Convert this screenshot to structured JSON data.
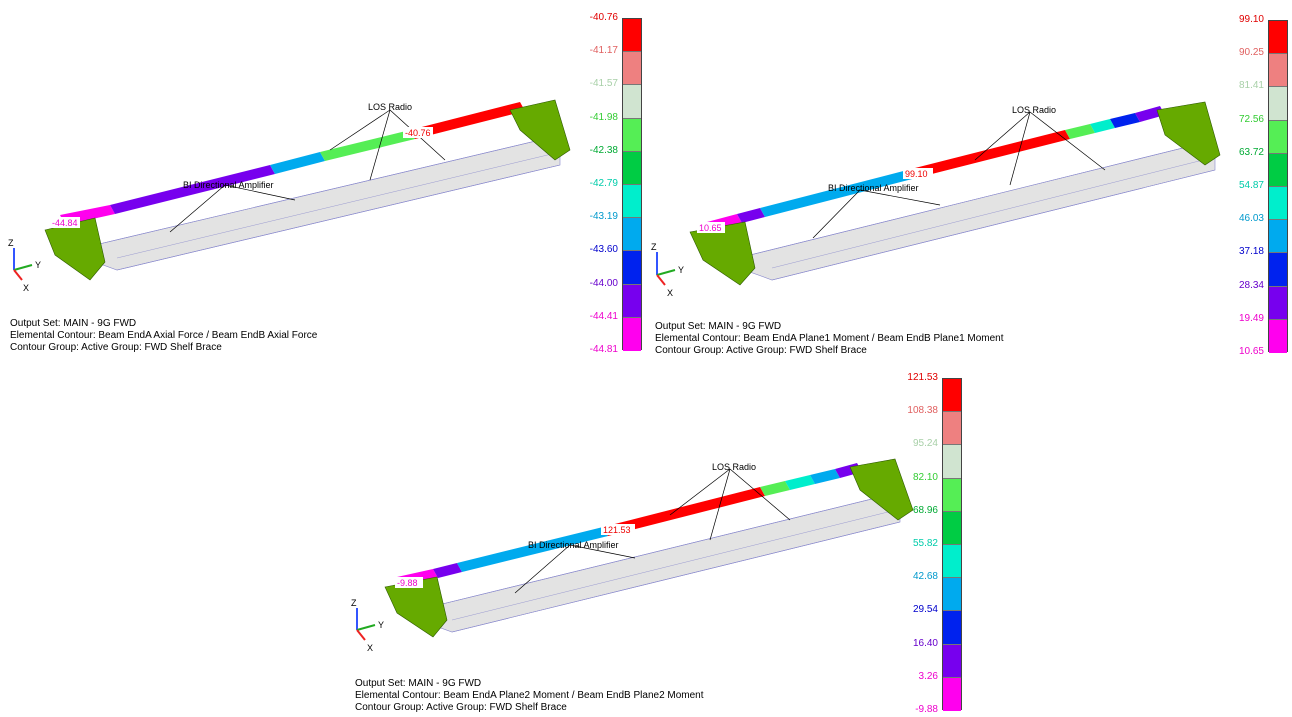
{
  "colors": {
    "legend": [
      "#ff0000",
      "#ee8080",
      "#d0e4d0",
      "#55ee55",
      "#00cc44",
      "#00eecc",
      "#00aaee",
      "#0022ee",
      "#7700ee",
      "#ff00ee"
    ],
    "label_colors": [
      "#e00000",
      "#e06060",
      "#a8d0a8",
      "#33cc33",
      "#00aa33",
      "#00ccaa",
      "#0099cc",
      "#0000cc",
      "#6600cc",
      "#ee00cc"
    ],
    "frame_green": "#66aa00",
    "support_gray": "#e3e3e3"
  },
  "panels": [
    {
      "id": "axial",
      "legend_values": [
        "-40.76",
        "-41.17",
        "-41.57",
        "-41.98",
        "-42.38",
        "-42.79",
        "-43.19",
        "-43.60",
        "-44.00",
        "-44.41",
        "-44.81"
      ],
      "caption": [
        "Output Set: MAIN - 9G FWD",
        "Elemental Contour: Beam EndA Axial Force / Beam EndB Axial Force",
        "Contour Group: Active Group: FWD Shelf Brace"
      ],
      "label_los": "LOS Radio",
      "label_bda": "BI Directional Amplifier",
      "max_tag": "-40.76",
      "min_tag": "-44.84",
      "axes": {
        "z": "Z",
        "y": "Y",
        "x": "X"
      }
    },
    {
      "id": "plane1",
      "legend_values": [
        "99.10",
        "90.25",
        "81.41",
        "72.56",
        "63.72",
        "54.87",
        "46.03",
        "37.18",
        "28.34",
        "19.49",
        "10.65"
      ],
      "caption": [
        "Output Set: MAIN - 9G FWD",
        "Elemental Contour: Beam EndA Plane1 Moment / Beam EndB Plane1 Moment",
        "Contour Group: Active Group: FWD Shelf Brace"
      ],
      "label_los": "LOS Radio",
      "label_bda": "BI Directional Amplifier",
      "max_tag": "99.10",
      "min_tag": "10.65",
      "axes": {
        "z": "Z",
        "y": "Y",
        "x": "X"
      }
    },
    {
      "id": "plane2",
      "legend_values": [
        "121.53",
        "108.38",
        "95.24",
        "82.10",
        "68.96",
        "55.82",
        "42.68",
        "29.54",
        "16.40",
        "3.26",
        "-9.88"
      ],
      "caption": [
        "Output Set: MAIN - 9G FWD",
        "Elemental Contour: Beam EndA Plane2 Moment / Beam EndB Plane2 Moment",
        "Contour Group: Active Group: FWD Shelf Brace"
      ],
      "label_los": "LOS Radio",
      "label_bda": "BI Directional Amplifier",
      "max_tag": "121.53",
      "min_tag": "-9.88",
      "axes": {
        "z": "Z",
        "y": "Y",
        "x": "X"
      }
    }
  ]
}
